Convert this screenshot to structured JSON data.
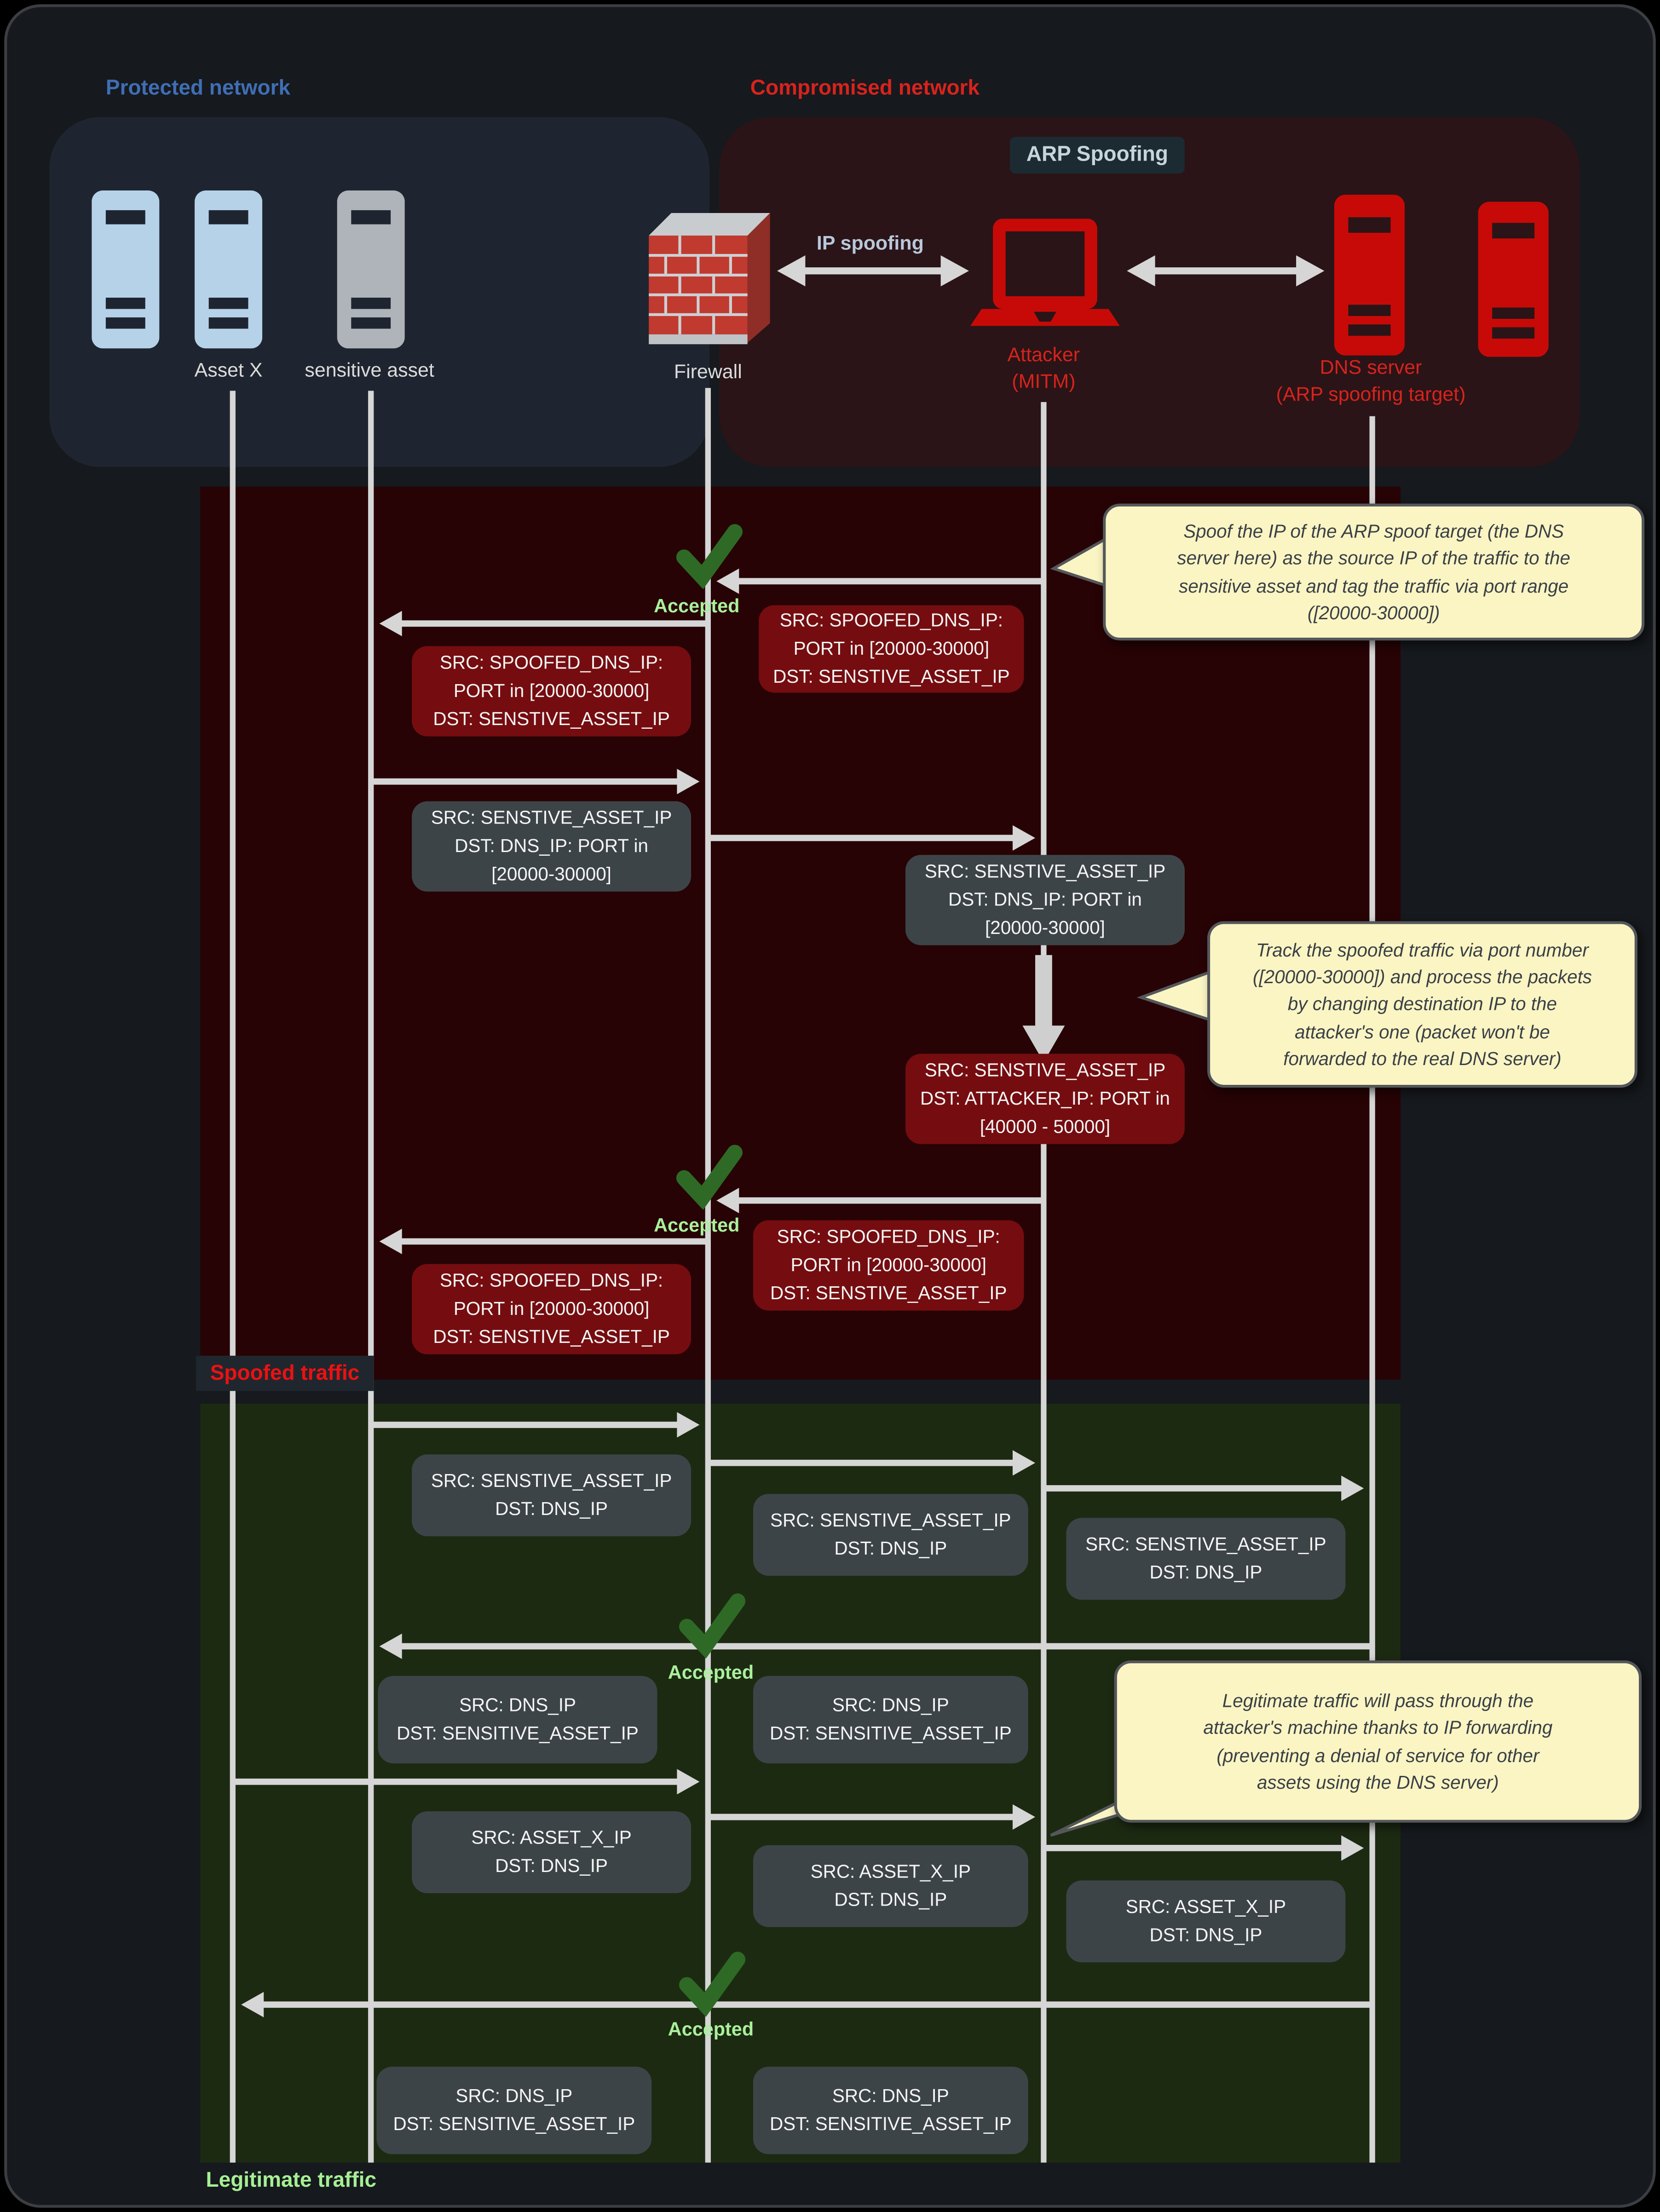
{
  "header": {
    "protected_network": "Protected network",
    "compromised_network": "Compromised network",
    "arp_spoofing_title": "ARP Spoofing",
    "ip_spoofing": "IP spoofing"
  },
  "entities": {
    "asset_x": "Asset X",
    "sensitive_asset": "sensitive asset",
    "firewall": "Firewall",
    "attacker_line1": "Attacker",
    "attacker_line2": "(MITM)",
    "dns_line1": "DNS server",
    "dns_line2": "(ARP spoofing target)"
  },
  "sections": {
    "spoofed": "Spoofed traffic",
    "legitimate": "Legitimate traffic"
  },
  "status": {
    "accepted": "Accepted"
  },
  "messages": {
    "spoofed_dns_to_sensitive": "SRC: SPOOFED_DNS_IP:\nPORT in [20000-30000]\nDST: SENSTIVE_ASSET_IP",
    "sensitive_to_dns_ported": "SRC: SENSTIVE_ASSET_IP\nDST: DNS_IP: PORT in\n[20000-30000]",
    "sensitive_to_attacker": "SRC: SENSTIVE_ASSET_IP\nDST: ATTACKER_IP: PORT in\n[40000 - 50000]",
    "sensitive_to_dns": "SRC: SENSTIVE_ASSET_IP\nDST: DNS_IP",
    "dns_to_sensitive": "SRC: DNS_IP\nDST: SENSITIVE_ASSET_IP",
    "asset_x_to_dns": "SRC: ASSET_X_IP\nDST: DNS_IP"
  },
  "callouts": {
    "spoof_note": "Spoof the IP of the ARP spoof target (the DNS\nserver here) as the source IP of the traffic to the\nsensitive asset and tag the traffic via port range\n([20000-30000])",
    "track_note": "Track the spoofed traffic via port number\n([20000-30000]) and process the packets\nby changing destination IP to the\nattacker's one (packet won't be\nforwarded to the real DNS server)",
    "forward_note": "Legitimate traffic will pass through the\nattacker's machine thanks to IP forwarding\n(preventing a denial of service for other\nassets using the DNS server)"
  },
  "colors": {
    "accent_red": "#d8231d",
    "accent_blue": "#3f6eb5",
    "accepted_green": "#aaf09c",
    "check_green": "#2e6a26",
    "chip_red": "#750d10",
    "chip_gray": "#3d4448",
    "band_spoofed": "#270305",
    "band_legitimate": "#1d2a12",
    "callout_bg": "#fbf5c4",
    "icon_red": "#c70a07",
    "server_blue": "#b5d2e9",
    "server_gray": "#aeb4b9",
    "arrow_gray": "#d6d6d6"
  }
}
